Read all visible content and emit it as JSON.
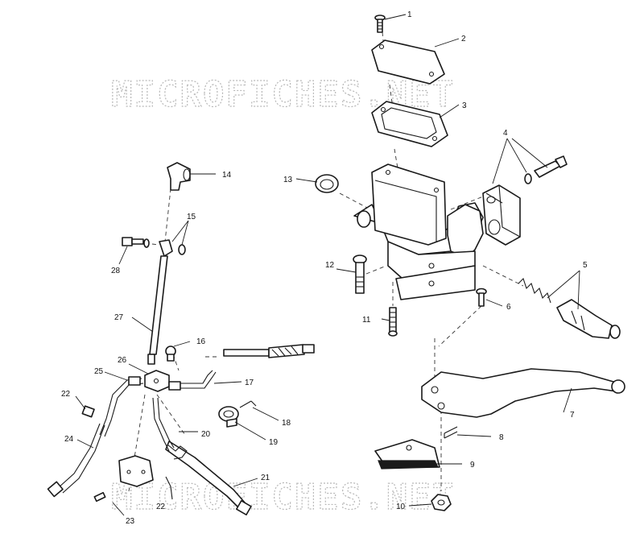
{
  "watermark": "MICROFICHES.NET",
  "colors": {
    "line": "#1a1a1a",
    "watermark": "#b8b8b8",
    "background": "#ffffff"
  },
  "callouts": {
    "c1": "1",
    "c2": "2",
    "c3": "3",
    "c4": "4",
    "c5": "5",
    "c6": "6",
    "c7": "7",
    "c8": "8",
    "c9": "9",
    "c10": "10",
    "c11": "11",
    "c12": "12",
    "c13": "13",
    "c14": "14",
    "c15": "15",
    "c16": "16",
    "c17": "17",
    "c18": "18",
    "c19": "19",
    "c20": "20",
    "c21": "21",
    "c22a": "22",
    "c22b": "22",
    "c23": "23",
    "c24": "24",
    "c25": "25",
    "c26": "26",
    "c27": "27",
    "c28": "28"
  }
}
